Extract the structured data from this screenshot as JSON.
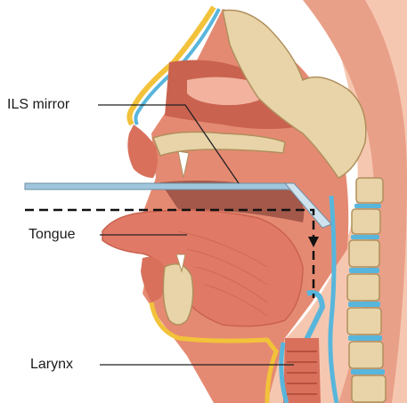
{
  "labels": {
    "ils_mirror": "ILS mirror",
    "tongue": "Tongue",
    "larynx": "Larynx"
  },
  "colors": {
    "flesh": "#e58a72",
    "flesh_dark": "#c9624f",
    "flesh_light": "#f2b29e",
    "bone": "#e8d4a8",
    "bone_edge": "#b08f5c",
    "cartilage_blue": "#58b6dc",
    "mirror_blue": "#9fc6dc",
    "skin": "#f6c7b0",
    "dark_cavity": "#6e2f2a",
    "yellow_line": "#f2c23a"
  }
}
